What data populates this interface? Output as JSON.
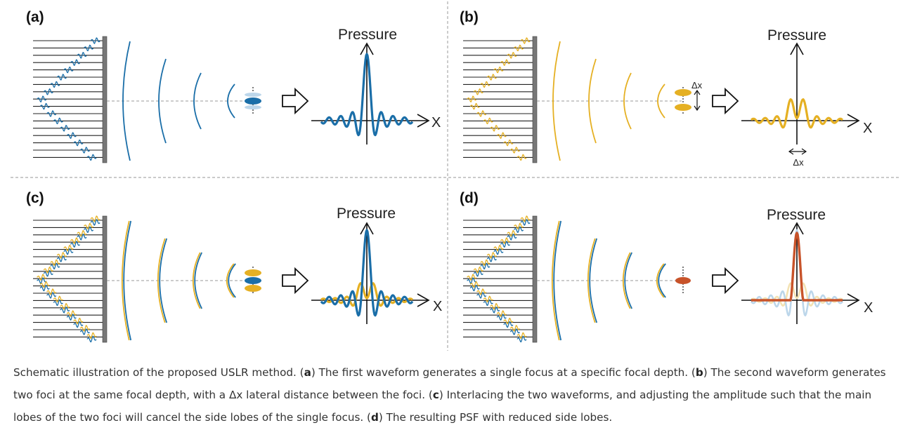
{
  "colors": {
    "blue": "#1a6ea8",
    "gold": "#e5b023",
    "orange": "#c8532a",
    "light_blue": "#bcd6ea",
    "light_gold": "#f3e2b3",
    "gray": "#666666",
    "line": "#222222"
  },
  "panels": [
    {
      "label": "(a)",
      "y_label": "Pressure",
      "x_label": "X",
      "dx_label": "",
      "variant": "single"
    },
    {
      "label": "(b)",
      "y_label": "Pressure",
      "x_label": "X",
      "dx_label": "Δx",
      "variant": "double"
    },
    {
      "label": "(c)",
      "y_label": "Pressure",
      "x_label": "X",
      "dx_label": "",
      "variant": "interlaced"
    },
    {
      "label": "(d)",
      "y_label": "Pressure",
      "x_label": "X",
      "dx_label": "",
      "variant": "result"
    }
  ],
  "caption": {
    "t1": "Schematic illustration of the proposed USLR method. (",
    "b1": "a",
    "t2": ") The first waveform generates a single focus at a specific focal depth. (",
    "b2": "b",
    "t3": ") The second waveform generates two foci at the same focal depth, with a Δx lateral distance between the foci. (",
    "b3": "c",
    "t4": ") Interlacing the two waveforms, and adjusting the amplitude such that the main lobes of the two foci will cancel the side lobes of the single focus. (",
    "b4": "d",
    "t5": ") The resulting PSF with reduced side lobes."
  }
}
